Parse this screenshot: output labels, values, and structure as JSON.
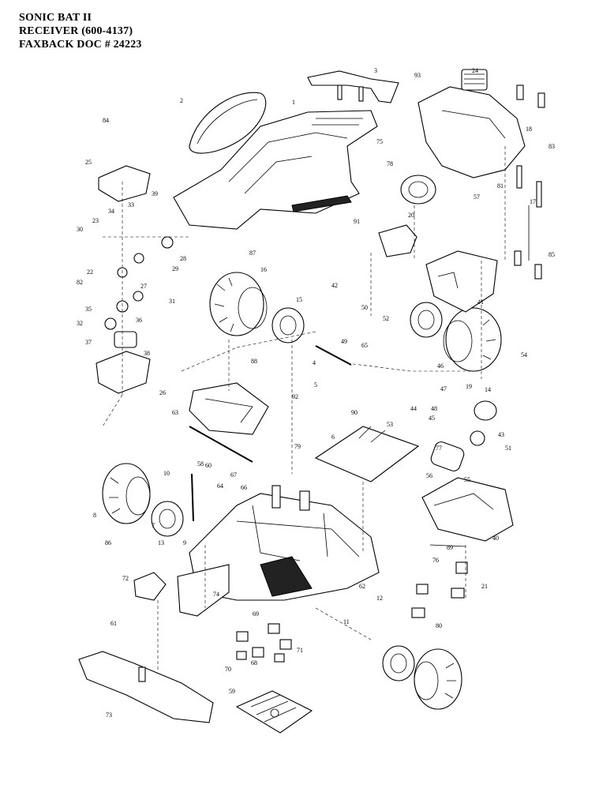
{
  "header": {
    "line1": "SONIC BAT II",
    "line2": "RECEIVER (600-4137)",
    "line3": "FAXBACK DOC # 24223"
  },
  "diagram": {
    "callouts": [
      "1",
      "2",
      "3",
      "4",
      "5",
      "6",
      "7",
      "8",
      "9",
      "10",
      "11",
      "12",
      "13",
      "14",
      "15",
      "16",
      "17",
      "18",
      "19",
      "20",
      "21",
      "22",
      "23",
      "24",
      "25",
      "26",
      "27",
      "28",
      "29",
      "30",
      "31",
      "32",
      "33",
      "34",
      "35",
      "36",
      "37",
      "38",
      "39",
      "40",
      "41",
      "42",
      "43",
      "44",
      "45",
      "46",
      "47",
      "48",
      "49",
      "50",
      "51",
      "52",
      "53",
      "54",
      "55",
      "56",
      "57",
      "58",
      "59",
      "60",
      "61",
      "62",
      "63",
      "64",
      "65",
      "66",
      "67",
      "68",
      "69",
      "70",
      "71",
      "72",
      "73",
      "74",
      "75",
      "76",
      "77",
      "78",
      "79",
      "80",
      "81",
      "82",
      "83",
      "84",
      "85",
      "86",
      "87",
      "88",
      "89",
      "90",
      "91",
      "92",
      "93"
    ]
  }
}
